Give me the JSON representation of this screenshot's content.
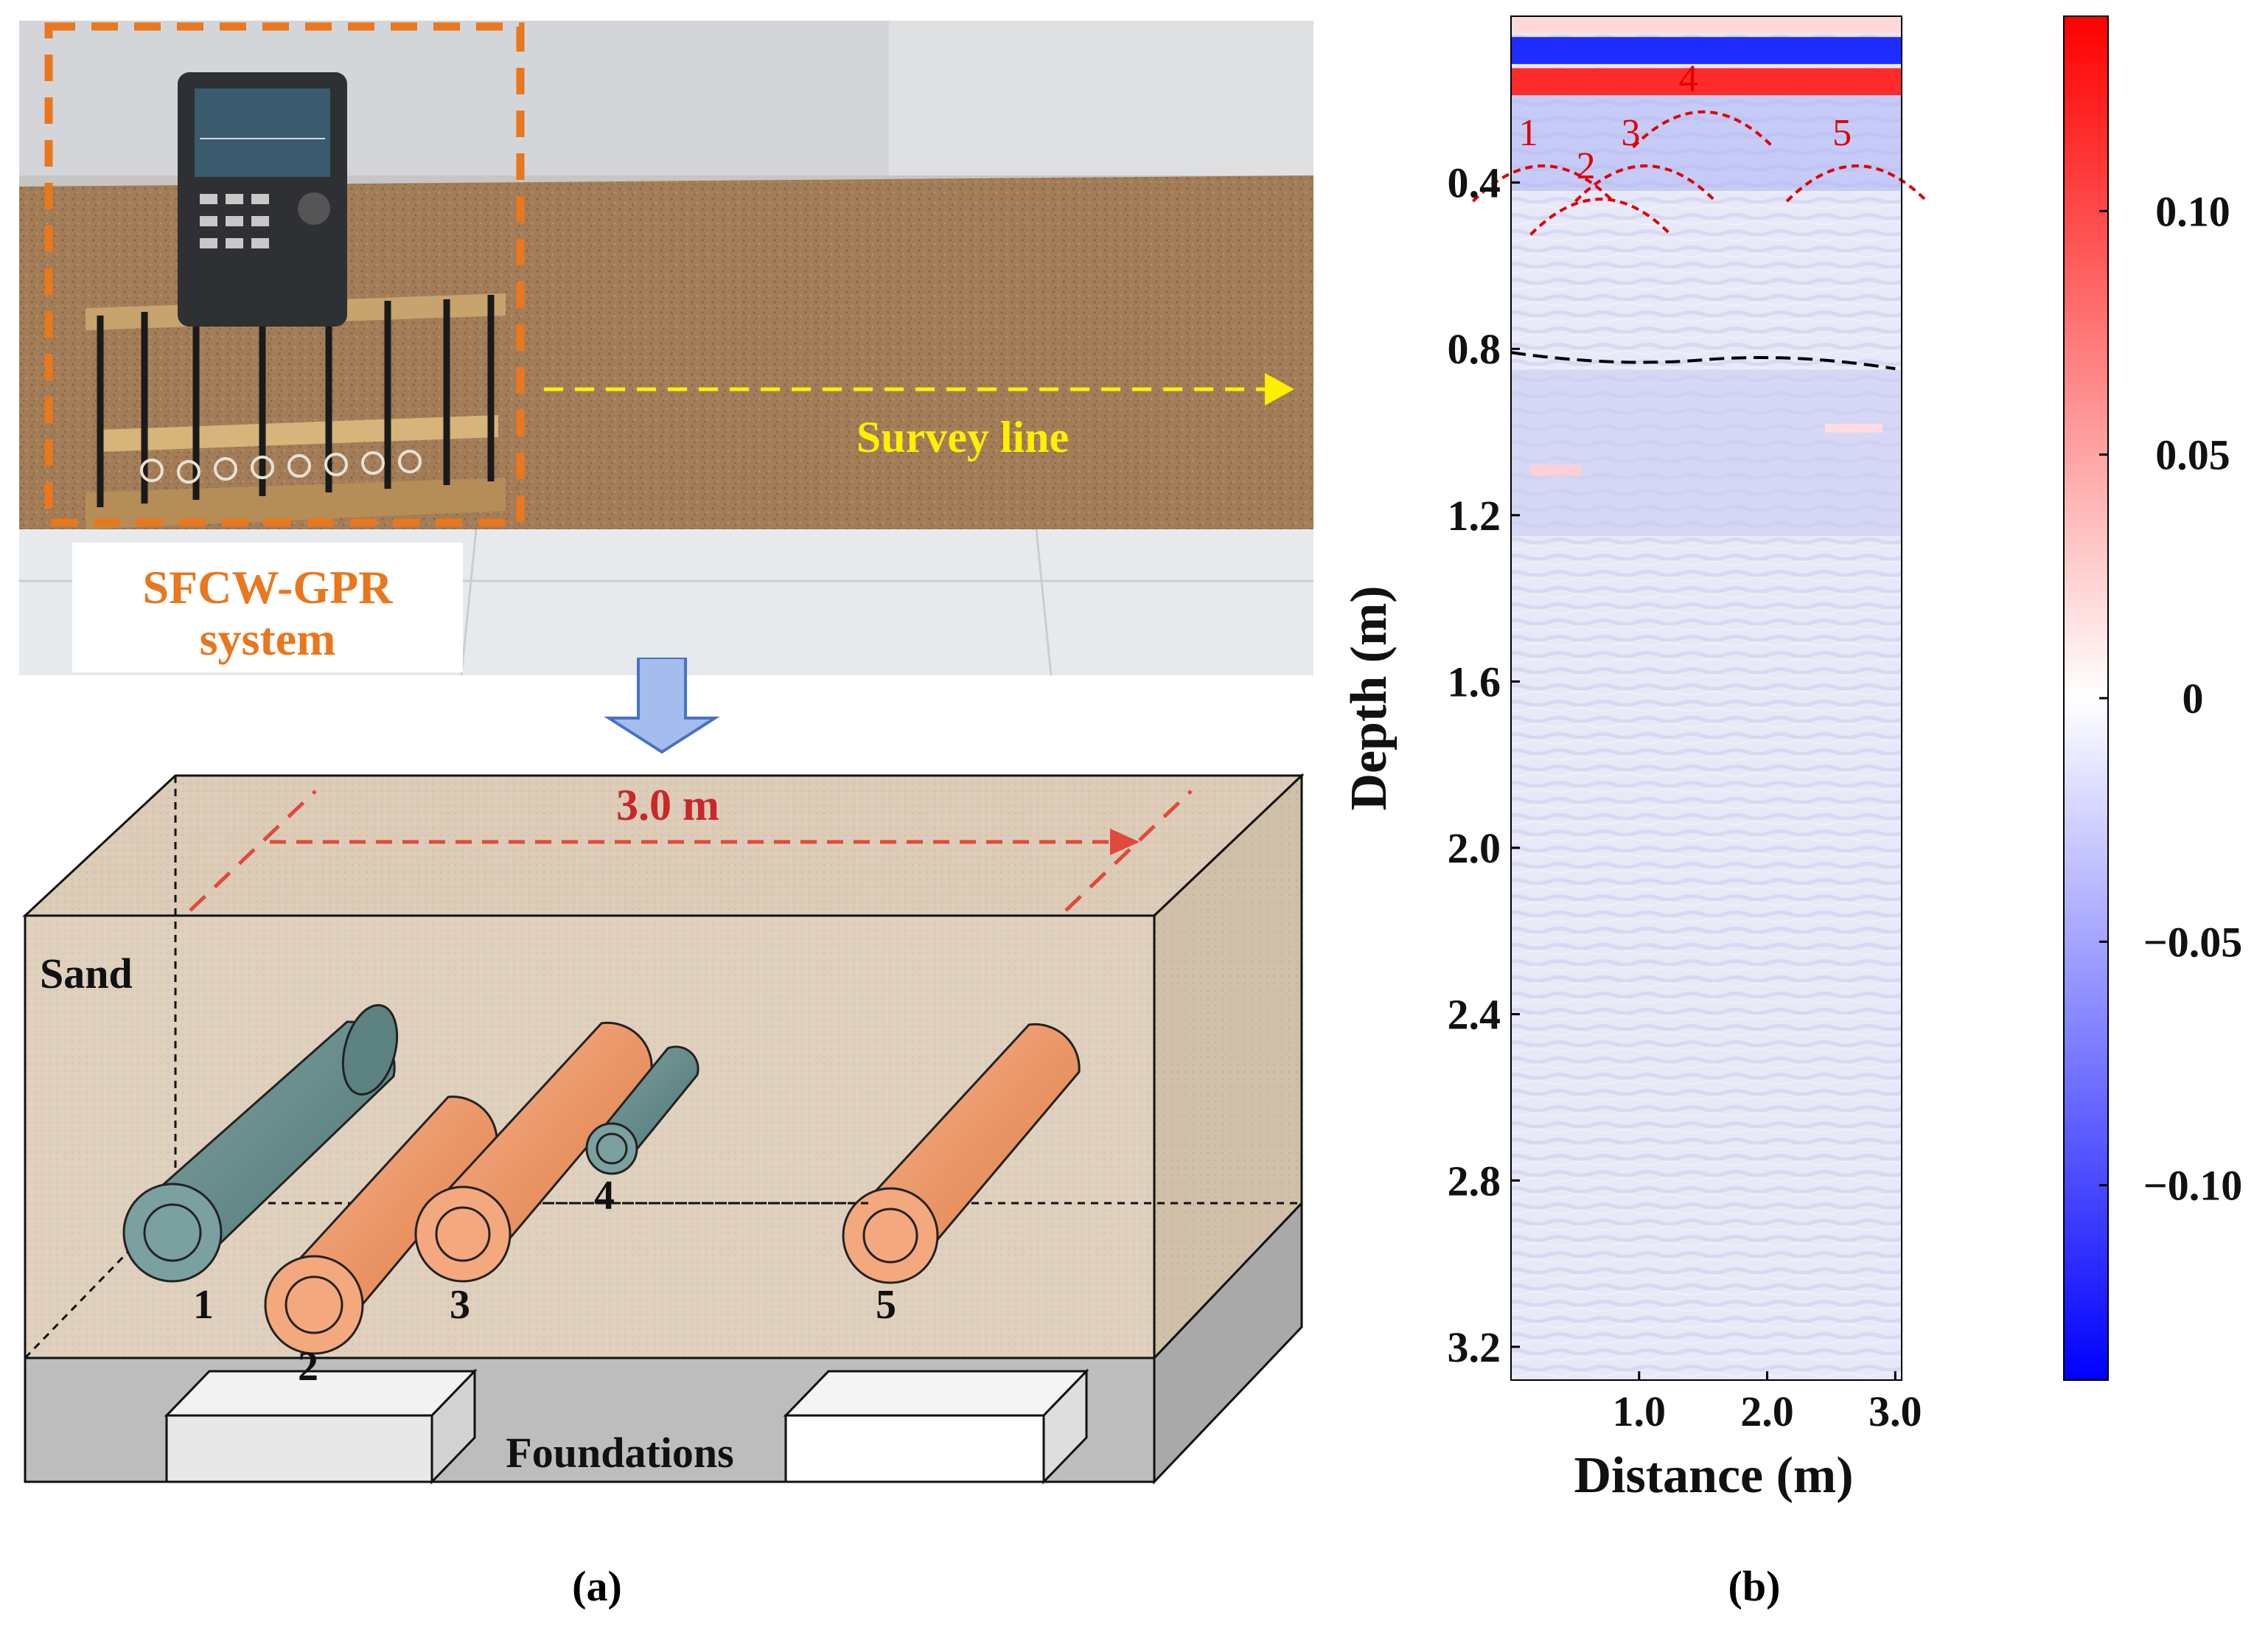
{
  "photo": {
    "system_label_line1": "SFCW-GPR",
    "system_label_line2": "system",
    "survey_line_label": "Survey line"
  },
  "schematic": {
    "distance_label": "3.0 m",
    "sand_label": "Sand",
    "foundations_label": "Foundations",
    "pipe_numbers": [
      "1",
      "2",
      "3",
      "4",
      "5"
    ]
  },
  "panel_labels": {
    "a": "(a)",
    "b": "(b)"
  },
  "colors": {
    "orange_label": "#e9771e",
    "survey_arrow": "#ffef00",
    "dimension_red": "#e04a3a",
    "pipe_teal": "#6e9494",
    "pipe_orange": "#f1a57a",
    "hyperbola_red": "#e00000",
    "interface_dash": "#000000"
  },
  "chart_data": {
    "type": "heatmap",
    "xlabel": "Distance (m)",
    "ylabel": "Depth (m)",
    "xlim": [
      0.0,
      3.05
    ],
    "ylim": [
      3.28,
      0.0
    ],
    "x_ticks": [
      "1.0",
      "2.0",
      "3.0"
    ],
    "x_tick_values": [
      1.0,
      2.0,
      3.0
    ],
    "y_ticks": [
      "0.4",
      "0.8",
      "1.2",
      "1.6",
      "2.0",
      "2.4",
      "2.8",
      "3.2"
    ],
    "y_tick_values": [
      0.4,
      0.8,
      1.2,
      1.6,
      2.0,
      2.4,
      2.8,
      3.2
    ],
    "colorbar": {
      "ticks": [
        "0.10",
        "0.05",
        "0",
        "−0.05",
        "−0.10"
      ],
      "tick_values": [
        0.1,
        0.05,
        0.0,
        -0.05,
        -0.1
      ],
      "range": [
        -0.14,
        0.14
      ],
      "colors": [
        "#0000ff",
        "#ffffff",
        "#ff0000"
      ]
    },
    "hyperbola_labels": [
      {
        "label": "1",
        "x": 0.25,
        "apex_depth": 0.36
      },
      {
        "label": "2",
        "x": 0.7,
        "apex_depth": 0.44
      },
      {
        "label": "3",
        "x": 1.05,
        "apex_depth": 0.36
      },
      {
        "label": "4",
        "x": 1.5,
        "apex_depth": 0.23
      },
      {
        "label": "5",
        "x": 2.7,
        "apex_depth": 0.36
      }
    ],
    "interface_depth": 0.83
  }
}
